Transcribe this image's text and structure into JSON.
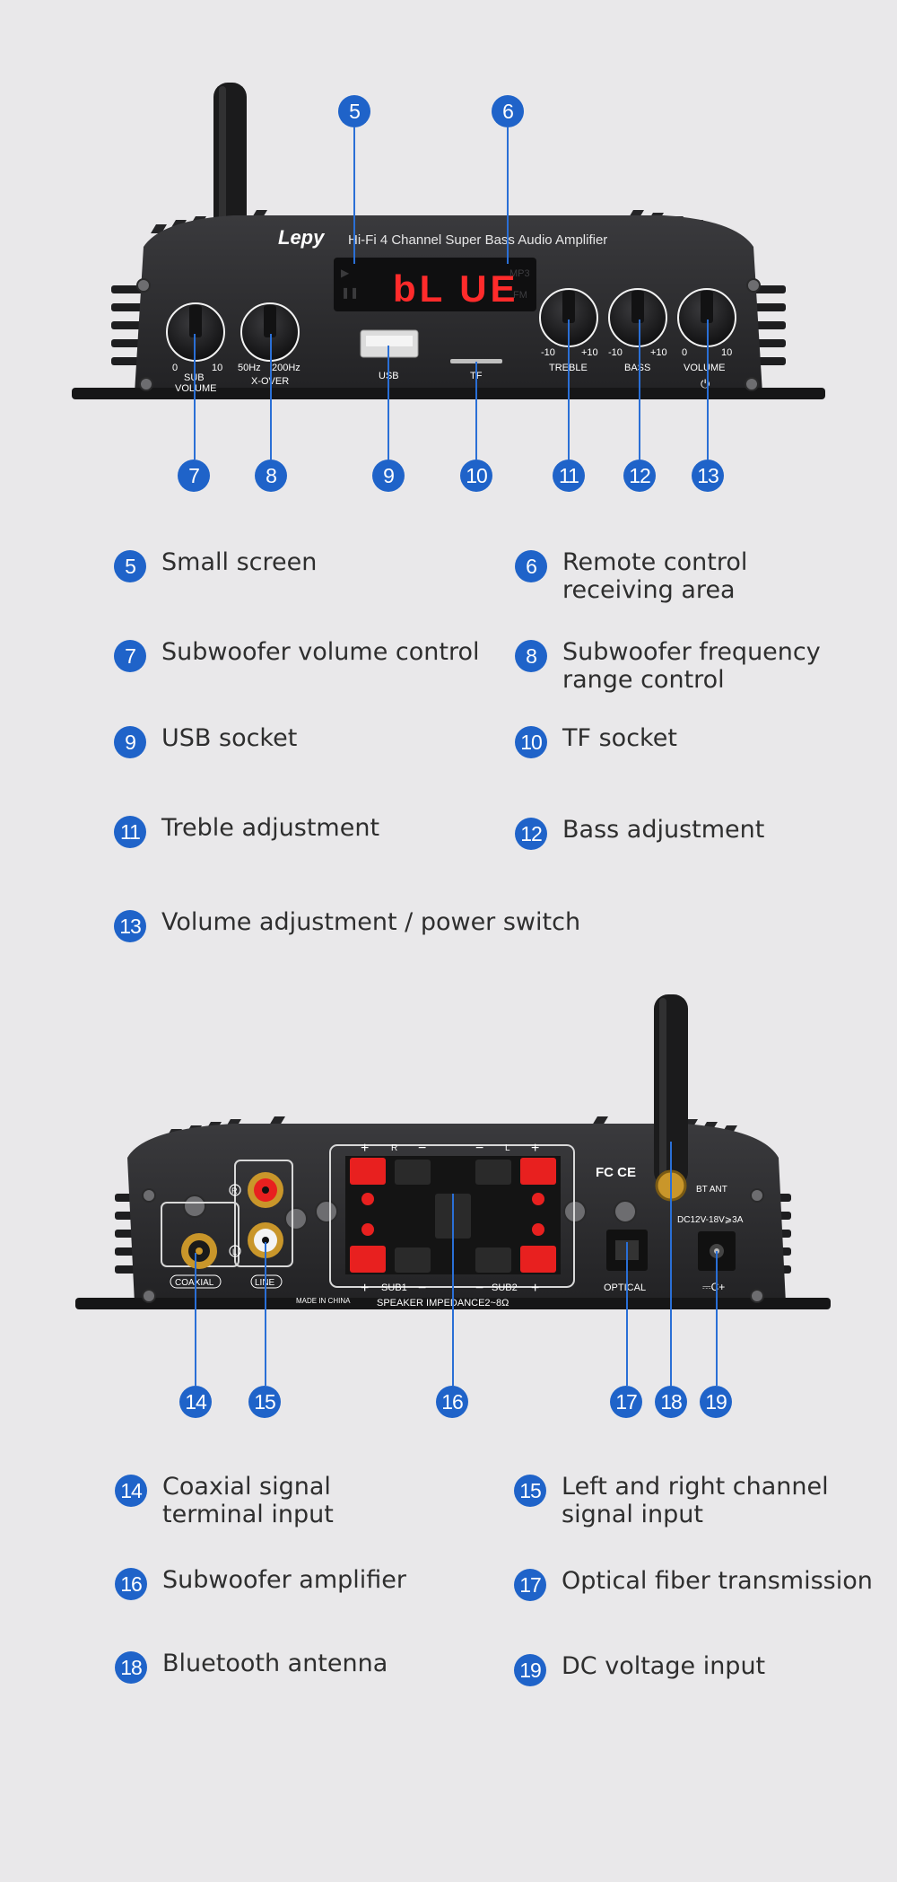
{
  "front_panel": {
    "brand": "Lepy",
    "model_title": "Hi-Fi 4 Channel Super Bass Audio Amplifier",
    "display_text": "bL UE",
    "display_mp3": "MP3",
    "display_fm": "FM",
    "knobs": [
      {
        "label": "SUB\nVOLUME",
        "min": "0",
        "max": "10"
      },
      {
        "label": "X-OVER",
        "min": "50Hz",
        "max": "200Hz"
      },
      {
        "label": "TREBLE",
        "min": "-10",
        "max": "+10"
      },
      {
        "label": "BASS",
        "min": "-10",
        "max": "+10"
      },
      {
        "label": "VOLUME",
        "min": "0",
        "max": "10"
      }
    ],
    "usb_label": "USB",
    "tf_label": "TF"
  },
  "rear_panel": {
    "coaxial_label": "COAXIAL",
    "line_label": "LINE",
    "r_label": "R",
    "l_label": "L",
    "made_in": "MADE IN CHINA",
    "impedance": "SPEAKER IMPEDANCE2~8Ω",
    "sub1": "SUB1",
    "sub2": "SUB2",
    "fc_ce": "FC CE",
    "bt_ant": "BT ANT",
    "dc_spec": "DC12V-18V⩾3A",
    "optical": "OPTICAL"
  },
  "callouts": {
    "n5": "5",
    "n6": "6",
    "n7": "7",
    "n8": "8",
    "n9": "9",
    "n10": "10",
    "n11": "11",
    "n12": "12",
    "n13": "13",
    "n14": "14",
    "n15": "15",
    "n16": "16",
    "n17": "17",
    "n18": "18",
    "n19": "19"
  },
  "legend": [
    {
      "num": "5",
      "text": "Small screen"
    },
    {
      "num": "6",
      "text": "Remote control\nreceiving area"
    },
    {
      "num": "7",
      "text": "Subwoofer volume control"
    },
    {
      "num": "8",
      "text": "Subwoofer frequency\nrange control"
    },
    {
      "num": "9",
      "text": "USB socket"
    },
    {
      "num": "10",
      "text": "TF socket"
    },
    {
      "num": "11",
      "text": "Treble adjustment"
    },
    {
      "num": "12",
      "text": "Bass adjustment"
    },
    {
      "num": "13",
      "text": "Volume adjustment / power switch"
    },
    {
      "num": "14",
      "text": "Coaxial signal\nterminal input"
    },
    {
      "num": "15",
      "text": "Left and right channel\nsignal input"
    },
    {
      "num": "16",
      "text": "Subwoofer amplifier"
    },
    {
      "num": "17",
      "text": "Optical fiber transmission"
    },
    {
      "num": "18",
      "text": "Bluetooth antenna"
    },
    {
      "num": "19",
      "text": "DC voltage input"
    }
  ],
  "colors": {
    "badge": "#1f63c9",
    "panel": "#2b2b2d",
    "display_red": "#ff2b2b",
    "terminal_red": "#e8201f"
  }
}
